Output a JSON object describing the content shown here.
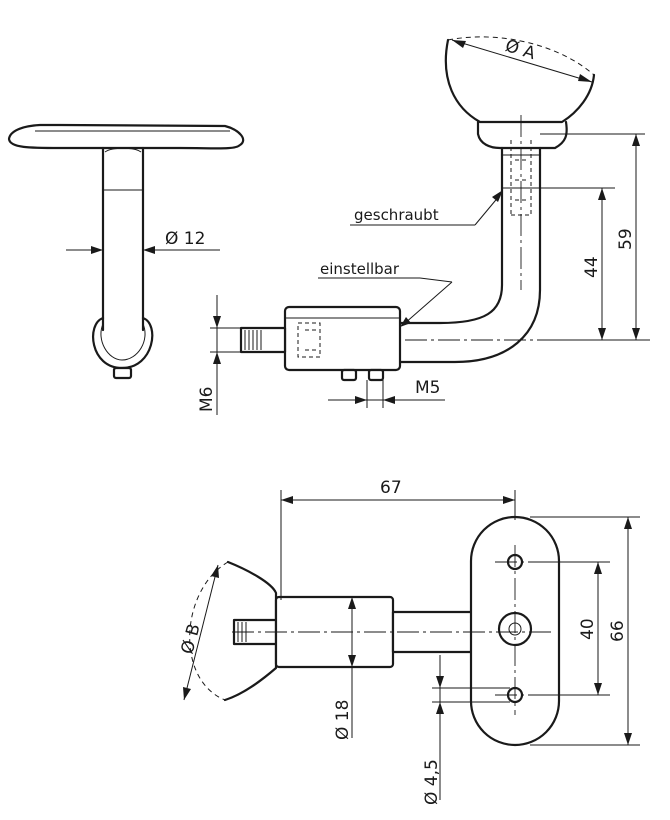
{
  "labels": {
    "dia_a": "Ø A",
    "dia_12": "Ø 12",
    "m6": "M6",
    "m5": "M5",
    "dim_44": "44",
    "dim_59": "59",
    "dim_67": "67",
    "dim_40": "40",
    "dim_66": "66",
    "dia_b": "Ø B",
    "dia_18": "Ø 18",
    "dia_4_5": "Ø 4,5"
  },
  "notes": {
    "geschraubt": "geschraubt",
    "einstellbar": "einstellbar"
  }
}
